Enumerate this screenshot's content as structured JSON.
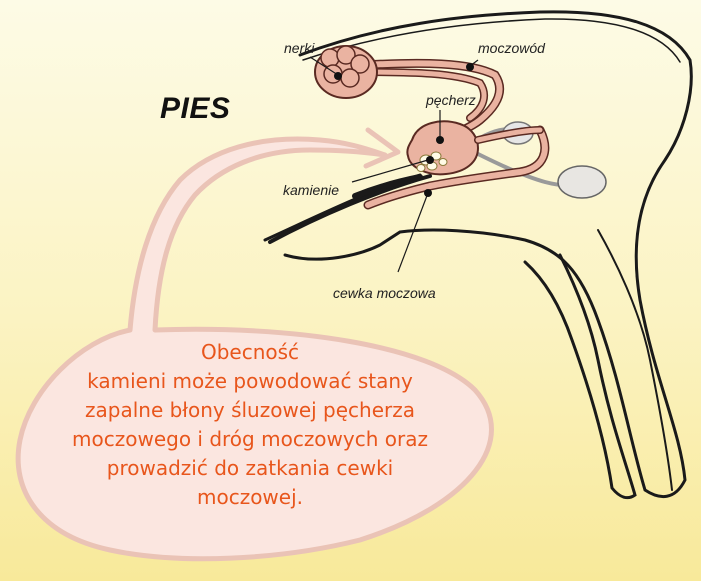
{
  "title": "PIES",
  "labels": {
    "nerki": "nerki",
    "moczowod": "moczowód",
    "pecherz": "pęcherz",
    "kamienie": "kamienie",
    "cewka": "cewka moczowa"
  },
  "bubble": {
    "lines": [
      "Obecność",
      "kamieni może powodować stany",
      "zapalne błony śluzowej pęcherza",
      "moczowego i dróg moczowych oraz",
      "prowadzić do zatkania cewki",
      "moczowej."
    ]
  },
  "colors": {
    "organ": "#eab3a1",
    "organ_stroke": "#5a2a22",
    "outline": "#1a1a1a",
    "bubble_fill": "#fbe6e0",
    "bubble_stroke": "#eac3b6",
    "text_accent": "#e8561c"
  }
}
